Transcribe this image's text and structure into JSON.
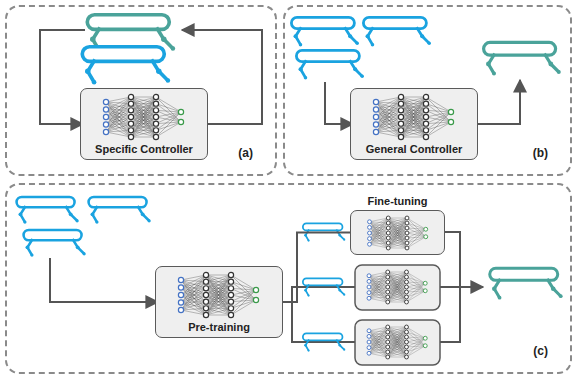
{
  "diagram": {
    "nodes": [
      {
        "text": [
          "(a)"
        ]
      },
      {
        "text": [
          "Specific Controller"
        ],
        "in": 0
      },
      {
        "text": [
          "(b)"
        ]
      },
      {
        "text": [
          "General Controller"
        ],
        "in": 2
      },
      {
        "text": [
          "(c)"
        ]
      },
      {
        "text": [
          "Pre-training"
        ],
        "in": 4
      },
      {
        "text": [
          "Fine-tuning"
        ],
        "in": 4
      }
    ],
    "edges": [
      {
        "from": 5,
        "to": 6,
        "arrow": "none"
      }
    ]
  }
}
